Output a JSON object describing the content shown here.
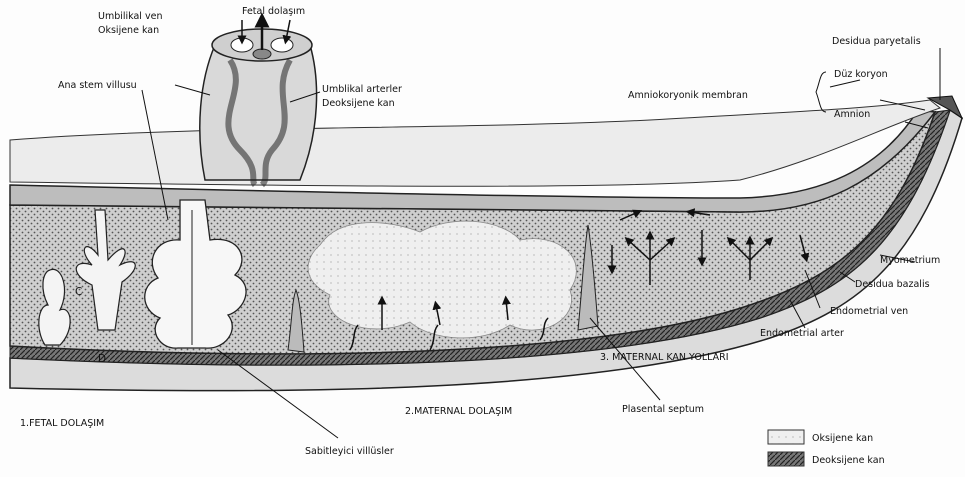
{
  "labels": {
    "fetal_circulation_top": "Fetal dolaşım",
    "umbilical_vein": "Umbilikal ven",
    "oxygenated_blood": "Oksijene kan",
    "stem_villus": "Ana stem villusu",
    "umbilical_arteries": "Umblikal arterler",
    "deoxygenated_blood": "Deoksijene kan",
    "decidua_parietalis": "Desidua paryetalis",
    "amniochorionic_membrane": "Amniokoryonik membran",
    "smooth_chorion": "Düz koryon",
    "amnion": "Amnion",
    "myometrium": "Myometrium",
    "decidua_basalis": "Desidua bazalis",
    "endometrial_vein": "Endometrial ven",
    "endometrial_artery": "Endometrial arter",
    "maternal_blood_pathways": "3. MATERNAL KAN YOLLARI",
    "fetal_circulation": "1.FETAL DOLAŞIM",
    "maternal_circulation": "2.MATERNAL DOLAŞIM",
    "placental_septum": "Plasental septum",
    "anchoring_villi": "Sabitleyici villüsler",
    "marker_c": "C",
    "marker_d": "D"
  },
  "legend": [
    {
      "label": "Oksijene kan",
      "swatch": "light"
    },
    {
      "label": "Deoksijene kan",
      "swatch": "dark"
    }
  ]
}
